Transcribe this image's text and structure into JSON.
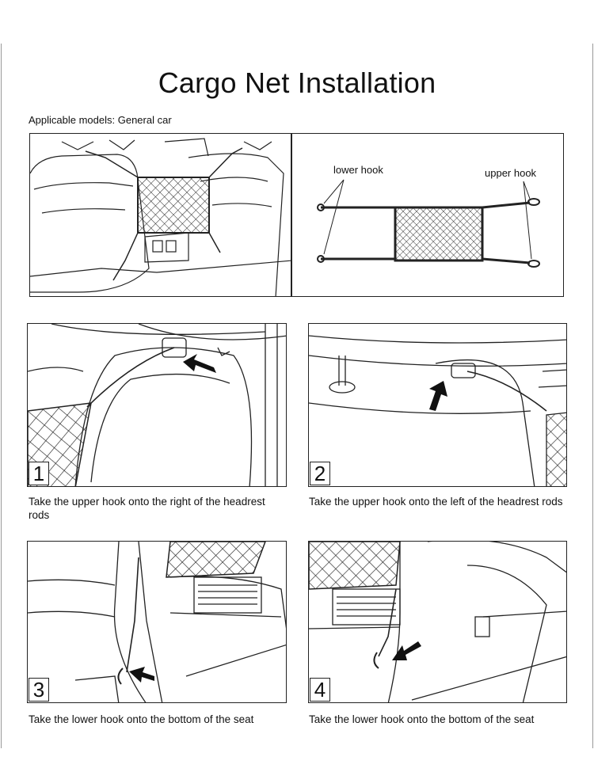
{
  "title": "Cargo Net Installation",
  "subtitle": "Applicable models:  General car",
  "diagram": {
    "lower_hook_label": "lower hook",
    "upper_hook_label": "upper hook"
  },
  "steps": [
    {
      "number": "1",
      "caption": "Take the upper  hook  onto the right of the headrest rods"
    },
    {
      "number": "2",
      "caption": "Take the upper hook  onto the left of the headrest rods"
    },
    {
      "number": "3",
      "caption": "Take the lower  hook  onto the bottom of the seat"
    },
    {
      "number": "4",
      "caption": "Take the lower hook  onto the bottom of the seat"
    }
  ]
}
